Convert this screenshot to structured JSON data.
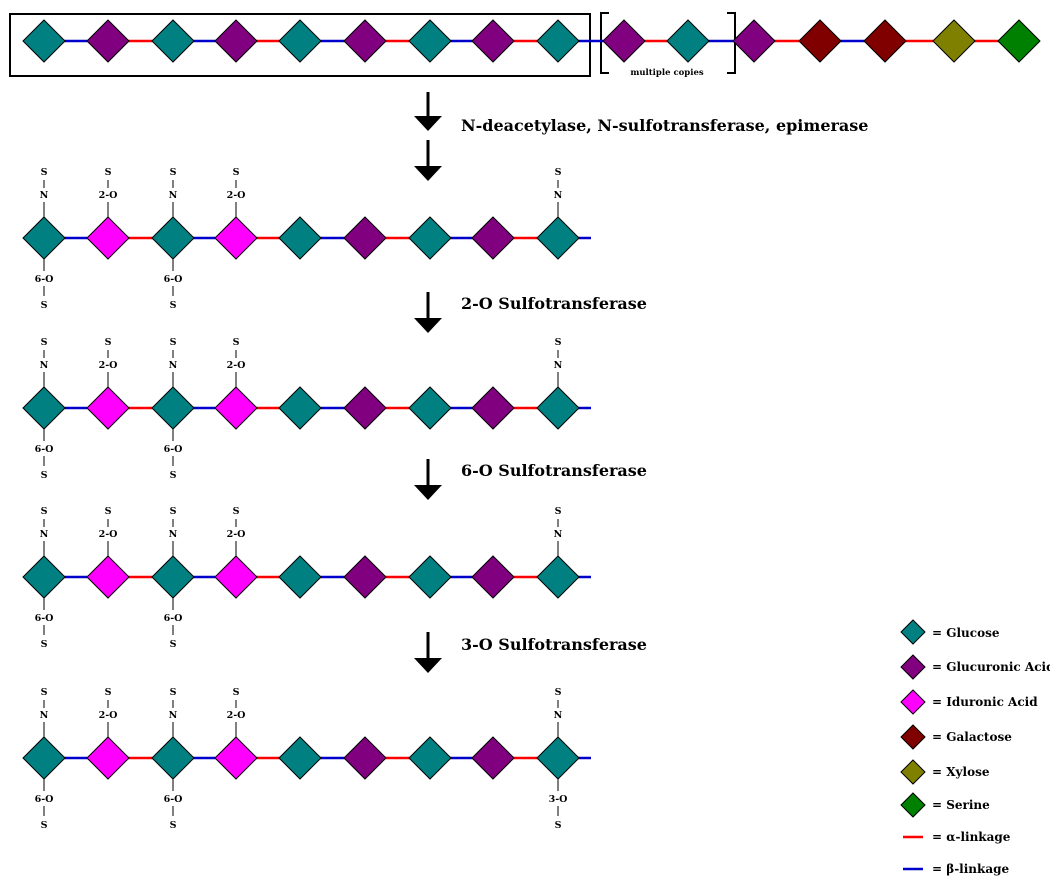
{
  "colors": {
    "glucose": "#008080",
    "glucuronic_acid": "#800080",
    "iduronic_acid": "#ff00ff",
    "galactose": "#800000",
    "xylose": "#808000",
    "serine": "#008000",
    "alpha": "#ff0000",
    "beta": "#0000cc"
  },
  "top_chain": {
    "units": [
      "glucose",
      "glucuronic_acid",
      "glucose",
      "glucuronic_acid",
      "glucose",
      "glucuronic_acid",
      "glucose",
      "glucuronic_acid",
      "glucose",
      "glucuronic_acid",
      "glucose",
      "glucuronic_acid",
      "galactose",
      "galactose",
      "xylose",
      "serine"
    ],
    "links": [
      "beta",
      "alpha",
      "beta",
      "alpha",
      "beta",
      "alpha",
      "beta",
      "alpha",
      "beta",
      "alpha",
      "beta",
      "alpha",
      "beta",
      "alpha",
      "alpha"
    ],
    "bracket_label": "multiple copies"
  },
  "steps": [
    {
      "enzyme": "N-deacetylase, N-sulfotransferase, epimerase",
      "units": [
        "glucose",
        "iduronic_acid",
        "glucose",
        "iduronic_acid",
        "glucose",
        "glucuronic_acid",
        "glucose",
        "glucuronic_acid",
        "glucose"
      ],
      "mods": [
        {
          "unit": 0,
          "pos": "top",
          "group": "N",
          "s": "S"
        },
        {
          "unit": 1,
          "pos": "top",
          "group": "2-O",
          "s": "S"
        },
        {
          "unit": 2,
          "pos": "top",
          "group": "N",
          "s": "S"
        },
        {
          "unit": 3,
          "pos": "top",
          "group": "2-O",
          "s": "S"
        },
        {
          "unit": 8,
          "pos": "top",
          "group": "N",
          "s": "S"
        },
        {
          "unit": 0,
          "pos": "bottom",
          "group": "6-O",
          "s": "S"
        },
        {
          "unit": 2,
          "pos": "bottom",
          "group": "6-O",
          "s": "S"
        }
      ]
    },
    {
      "enzyme": "2-O Sulfotransferase",
      "units": [
        "glucose",
        "iduronic_acid",
        "glucose",
        "iduronic_acid",
        "glucose",
        "glucuronic_acid",
        "glucose",
        "glucuronic_acid",
        "glucose"
      ],
      "mods": [
        {
          "unit": 0,
          "pos": "top",
          "group": "N",
          "s": "S"
        },
        {
          "unit": 1,
          "pos": "top",
          "group": "2-O",
          "s": "S"
        },
        {
          "unit": 2,
          "pos": "top",
          "group": "N",
          "s": "S"
        },
        {
          "unit": 3,
          "pos": "top",
          "group": "2-O",
          "s": "S"
        },
        {
          "unit": 8,
          "pos": "top",
          "group": "N",
          "s": "S"
        },
        {
          "unit": 0,
          "pos": "bottom",
          "group": "6-O",
          "s": "S"
        },
        {
          "unit": 2,
          "pos": "bottom",
          "group": "6-O",
          "s": "S"
        }
      ]
    },
    {
      "enzyme": "6-O Sulfotransferase",
      "units": [
        "glucose",
        "iduronic_acid",
        "glucose",
        "iduronic_acid",
        "glucose",
        "glucuronic_acid",
        "glucose",
        "glucuronic_acid",
        "glucose"
      ],
      "mods": [
        {
          "unit": 0,
          "pos": "top",
          "group": "N",
          "s": "S"
        },
        {
          "unit": 1,
          "pos": "top",
          "group": "2-O",
          "s": "S"
        },
        {
          "unit": 2,
          "pos": "top",
          "group": "N",
          "s": "S"
        },
        {
          "unit": 3,
          "pos": "top",
          "group": "2-O",
          "s": "S"
        },
        {
          "unit": 8,
          "pos": "top",
          "group": "N",
          "s": "S"
        },
        {
          "unit": 0,
          "pos": "bottom",
          "group": "6-O",
          "s": "S"
        },
        {
          "unit": 2,
          "pos": "bottom",
          "group": "6-O",
          "s": "S"
        }
      ]
    },
    {
      "enzyme": "3-O Sulfotransferase",
      "units": [
        "glucose",
        "iduronic_acid",
        "glucose",
        "iduronic_acid",
        "glucose",
        "glucuronic_acid",
        "glucose",
        "glucuronic_acid",
        "glucose"
      ],
      "mods": [
        {
          "unit": 0,
          "pos": "top",
          "group": "N",
          "s": "S"
        },
        {
          "unit": 1,
          "pos": "top",
          "group": "2-O",
          "s": "S"
        },
        {
          "unit": 2,
          "pos": "top",
          "group": "N",
          "s": "S"
        },
        {
          "unit": 3,
          "pos": "top",
          "group": "2-O",
          "s": "S"
        },
        {
          "unit": 8,
          "pos": "top",
          "group": "N",
          "s": "S"
        },
        {
          "unit": 0,
          "pos": "bottom",
          "group": "6-O",
          "s": "S"
        },
        {
          "unit": 2,
          "pos": "bottom",
          "group": "6-O",
          "s": "S"
        },
        {
          "unit": 8,
          "pos": "bottom",
          "group": "3-O",
          "s": "S"
        }
      ]
    }
  ],
  "chain_links": [
    "beta",
    "alpha",
    "beta",
    "alpha",
    "beta",
    "alpha",
    "beta",
    "alpha",
    "beta"
  ],
  "legend": [
    {
      "kind": "diamond",
      "color_key": "glucose",
      "label": "= Glucose"
    },
    {
      "kind": "diamond",
      "color_key": "glucuronic_acid",
      "label": "= Glucuronic Acid"
    },
    {
      "kind": "diamond",
      "color_key": "iduronic_acid",
      "label": "= Iduronic Acid"
    },
    {
      "kind": "diamond",
      "color_key": "galactose",
      "label": "= Galactose"
    },
    {
      "kind": "diamond",
      "color_key": "xylose",
      "label": "= Xylose"
    },
    {
      "kind": "diamond",
      "color_key": "serine",
      "label": "= Serine"
    },
    {
      "kind": "line",
      "color_key": "alpha",
      "label": "= α-linkage"
    },
    {
      "kind": "line",
      "color_key": "beta",
      "label": "= β-linkage"
    }
  ]
}
